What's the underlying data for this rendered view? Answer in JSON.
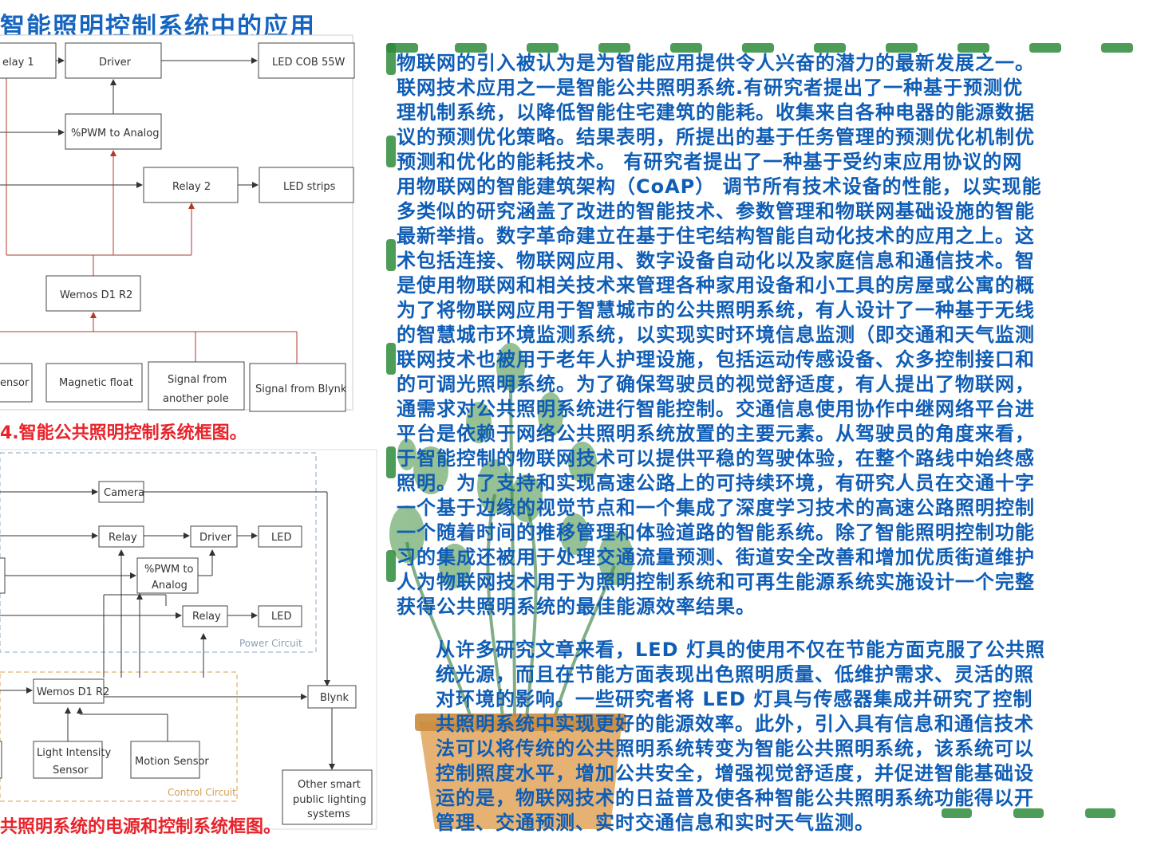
{
  "page_title": "智能照明控制系统中的应用",
  "diagram1": {
    "caption": "4.智能公共照明控制系统框图。",
    "nodes": {
      "relay1": "elay 1",
      "driver": "Driver",
      "led_cob": "LED COB 55W",
      "pwm": "%PWM to Analog",
      "relay2": "Relay 2",
      "led_strips": "LED strips",
      "wemos": "Wemos D1 R2",
      "sensor": "ensor",
      "magnetic": "Magnetic float",
      "signal_pole_1": "Signal from",
      "signal_pole_2": "another pole",
      "signal_blynk": "Signal from Blynk"
    }
  },
  "diagram2": {
    "caption": "共照明系统的电源和控制系统框图。",
    "power_label": "Power Circuit",
    "control_label": "Control Circuit",
    "nodes": {
      "camera": "Camera",
      "relay_a": "Relay",
      "driver": "Driver",
      "led_a": "LED",
      "pwm_1": "%PWM to",
      "pwm_2": "Analog",
      "relay_b": "Relay",
      "led_b": "LED",
      "wemos": "Wemos D1 R2",
      "blynk": "Blynk",
      "light_1": "Light Intensity",
      "light_2": "Sensor",
      "motion": "Motion Sensor",
      "other_1": "Other smart",
      "other_2": "public lighting",
      "other_3": "systems"
    }
  },
  "text_block_1": [
    "物联网的引入被认为是为智能应用提供令人兴奋的潜力的最新发展之一。",
    "联网技术应用之一是智能公共照明系统.有研究者提出了一种基于预测优",
    "理机制系统，以降低智能住宅建筑的能耗。收集来自各种电器的能源数据",
    "议的预测优化策略。结果表明，所提出的基于任务管理的预测优化机制优",
    "预测和优化的能耗技术。 有研究者提出了一种基于受约束应用协议的网",
    "用物联网的智能建筑架构（CoAP） 调节所有技术设备的性能，以实现能",
    "多类似的研究涵盖了改进的智能技术、参数管理和物联网基础设施的智能",
    "最新举措。数字革命建立在基于住宅结构智能自动化技术的应用之上。这",
    "术包括连接、物联网应用、数字设备自动化以及家庭信息和通信技术。智",
    "是使用物联网和相关技术来管理各种家用设备和小工具的房屋或公寓的概",
    "为了将物联网应用于智慧城市的公共照明系统，有人设计了一种基于无线",
    "的智慧城市环境监测系统，以实现实时环境信息监测（即交通和天气监测",
    "联网技术也被用于老年人护理设施，包括运动传感设备、众多控制接口和",
    "的可调光照明系统。为了确保驾驶员的视觉舒适度，有人提出了物联网，",
    "通需求对公共照明系统进行智能控制。交通信息使用协作中继网络平台进",
    "平台是依赖于网络公共照明系统放置的主要元素。从驾驶员的角度来看，",
    "于智能控制的物联网技术可以提供平稳的驾驶体验，在整个路线中始终感",
    "照明。为了支持和实现高速公路上的可持续环境，有研究人员在交通十字",
    "一个基于边缘的视觉节点和一个集成了深度学习技术的高速公路照明控制",
    "一个随着时间的推移管理和体验道路的智能系统。除了智能照明控制功能",
    "习的集成还被用于处理交通流量预测、街道安全改善和增加优质街道维护",
    "人为物联网技术用于为照明控制系统和可再生能源系统实施设计一个完整",
    "获得公共照明系统的最佳能源效率结果。"
  ],
  "text_block_2": [
    "从许多研究文章来看，LED 灯具的使用不仅在节能方面克服了公共照",
    "统光源，而且在节能方面表现出色照明质量、低维护需求、灵活的照",
    "对环境的影响。一些研究者将 LED 灯具与传感器集成并研究了控制",
    "共照明系统中实现更好的能源效率。此外，引入具有信息和通信技术",
    "法可以将传统的公共照明系统转变为智能公共照明系统，该系统可以",
    "控制照度水平，增加公共安全，增强视觉舒适度，并促进智能基础设",
    "运的是，物联网技术的日益普及使各种智能公共照明系统功能得以开",
    "管理、交通预测、实时交通信息和实时天气监测。"
  ],
  "colors": {
    "title": "#1565c0",
    "body_text": "#0f5db5",
    "caption": "#e8232a",
    "arrow_red": "#b0392b",
    "frame_green": "#2e8b3a",
    "pot": "#e0a55a",
    "leaf": "#3f8f3f"
  }
}
